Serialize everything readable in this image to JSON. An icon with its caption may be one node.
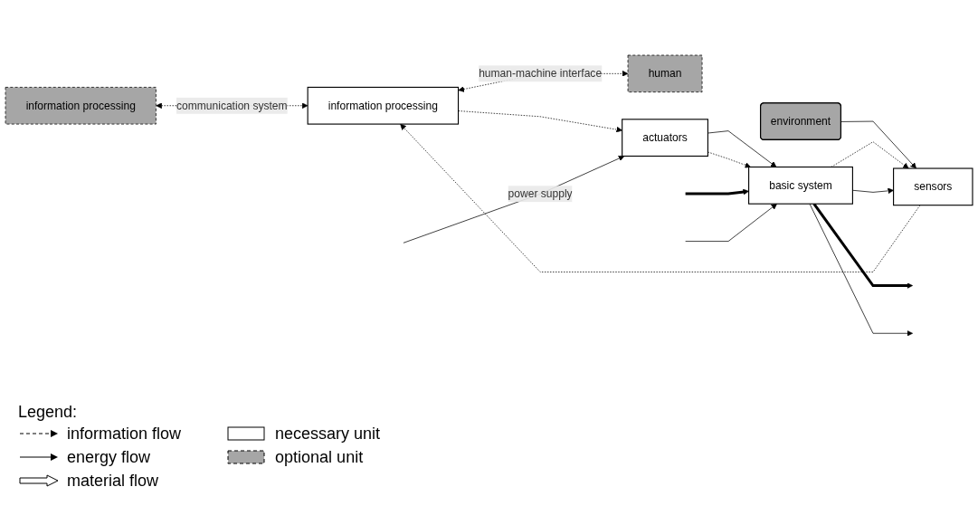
{
  "diagram": {
    "nodes": [
      {
        "text": [
          "information processing"
        ]
      },
      {
        "text": [
          "information processing"
        ]
      },
      {
        "text": [
          "human"
        ]
      },
      {
        "text": [
          "actuators"
        ]
      },
      {
        "text": [
          "sensors"
        ]
      },
      {
        "text": [
          "environment"
        ]
      },
      {
        "text": [
          "basic system"
        ]
      }
    ],
    "edges": [
      {
        "from": 0,
        "to": 1,
        "arrow": "both",
        "style": "dashed",
        "label": "communication system"
      },
      {
        "from": 1,
        "to": 2,
        "arrow": "both",
        "style": "dashed",
        "label": "human-machine interface"
      },
      {
        "from": 1,
        "to": 3,
        "arrow": "to",
        "style": "dashed"
      },
      {
        "from": 4,
        "to": 1,
        "arrow": "to",
        "style": "dashed"
      },
      {
        "from": null,
        "to": 3,
        "arrow": "to",
        "label": "power supply"
      },
      {
        "from": 5,
        "to": 4,
        "arrow": "to"
      },
      {
        "from": 3,
        "to": 6,
        "arrow": "to"
      },
      {
        "from": 3,
        "to": 6,
        "arrow": "to",
        "style": "dashed"
      },
      {
        "from": 6,
        "to": 4,
        "arrow": "to",
        "style": "dashed"
      },
      {
        "from": 6,
        "to": 4,
        "arrow": "to"
      },
      {
        "from": null,
        "to": 6,
        "arrow": "to",
        "style": "thick"
      },
      {
        "from": null,
        "to": 6,
        "arrow": "to"
      },
      {
        "from": 6,
        "to": null,
        "arrow": "to",
        "style": "thick"
      },
      {
        "from": 6,
        "to": null,
        "arrow": "to"
      }
    ],
    "labels": [
      "Legend:"
    ],
    "legend": [
      {
        "text": "information flow"
      },
      {
        "text": "energy flow"
      },
      {
        "text": "material flow"
      },
      {
        "text": "necessary unit"
      },
      {
        "text": "optional unit"
      }
    ]
  }
}
